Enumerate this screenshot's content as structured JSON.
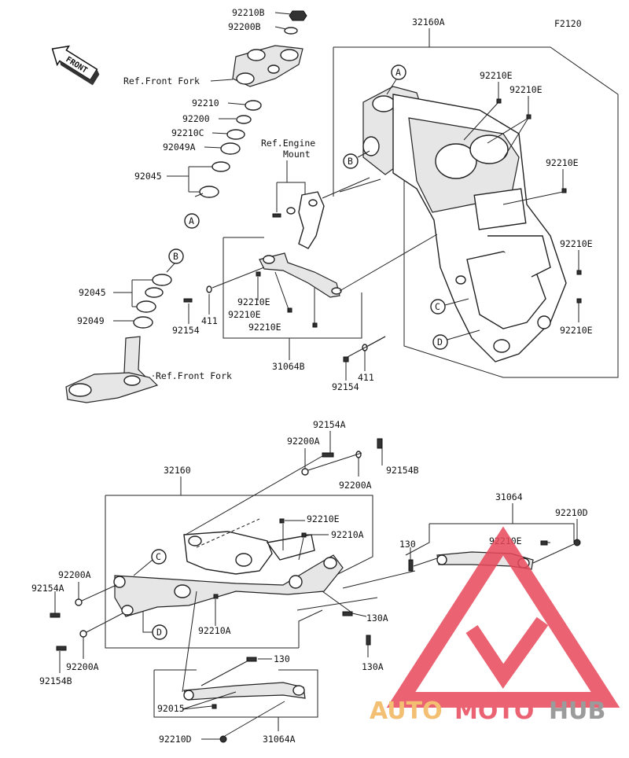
{
  "figure_code": "F2120",
  "front_label": "FRONT",
  "callouts": {
    "a1": "A",
    "b1": "B",
    "a2": "A",
    "b2": "B",
    "c1": "C",
    "d1": "D",
    "c2": "C",
    "d2": "D"
  },
  "labels": {
    "p92210B": "92210B",
    "p92200B": "92200B",
    "refFrontFork1": "Ref.Front Fork",
    "p92210": "92210",
    "p92200": "92200",
    "p92210C": "92210C",
    "p92049A": "92049A",
    "p92045a": "92045",
    "p32160A": "32160A",
    "p92210E_1": "92210E",
    "p92210E_2": "92210E",
    "p92210E_3": "92210E",
    "p92210E_4": "92210E",
    "p92210E_5": "92210E",
    "refEngine1": "Ref.Engine",
    "refEngine2": "Mount",
    "p92045b": "92045",
    "p92049": "92049",
    "p92210E_6": "92210E",
    "p92210E_7": "92210E",
    "p92210E_8": "92210E",
    "p92154_1": "92154",
    "p411_1": "411",
    "p31064B": "31064B",
    "p92154_2": "92154",
    "p411_2": "411",
    "refFrontFork2": "Ref.Front Fork",
    "p92154A_top": "92154A",
    "p92200A_top": "92200A",
    "p92154B_top": "92154B",
    "p92200A_top2": "92200A",
    "p32160": "32160",
    "p92210E_9": "92210E",
    "p92210A_1": "92210A",
    "p31064": "31064",
    "p92210D_1": "92210D",
    "p130_1": "130",
    "p92210E_10": "92210E",
    "p92200A_left": "92200A",
    "p92154A_left": "92154A",
    "p92210A_2": "92210A",
    "p130A_1": "130A",
    "p92200A_bottom": "92200A",
    "p92154B_bottom": "92154B",
    "p130A_2": "130A",
    "p130_2": "130",
    "p92015": "92015",
    "p92210D_2": "92210D",
    "p31064A": "31064A"
  },
  "watermark": {
    "auto": "AUTO",
    "moto": "MOTO",
    "hub": "HUB"
  },
  "colors": {
    "watermark_red": "#e8485a",
    "watermark_orange": "#f2b45a",
    "watermark_gray": "#8a8a8a"
  }
}
